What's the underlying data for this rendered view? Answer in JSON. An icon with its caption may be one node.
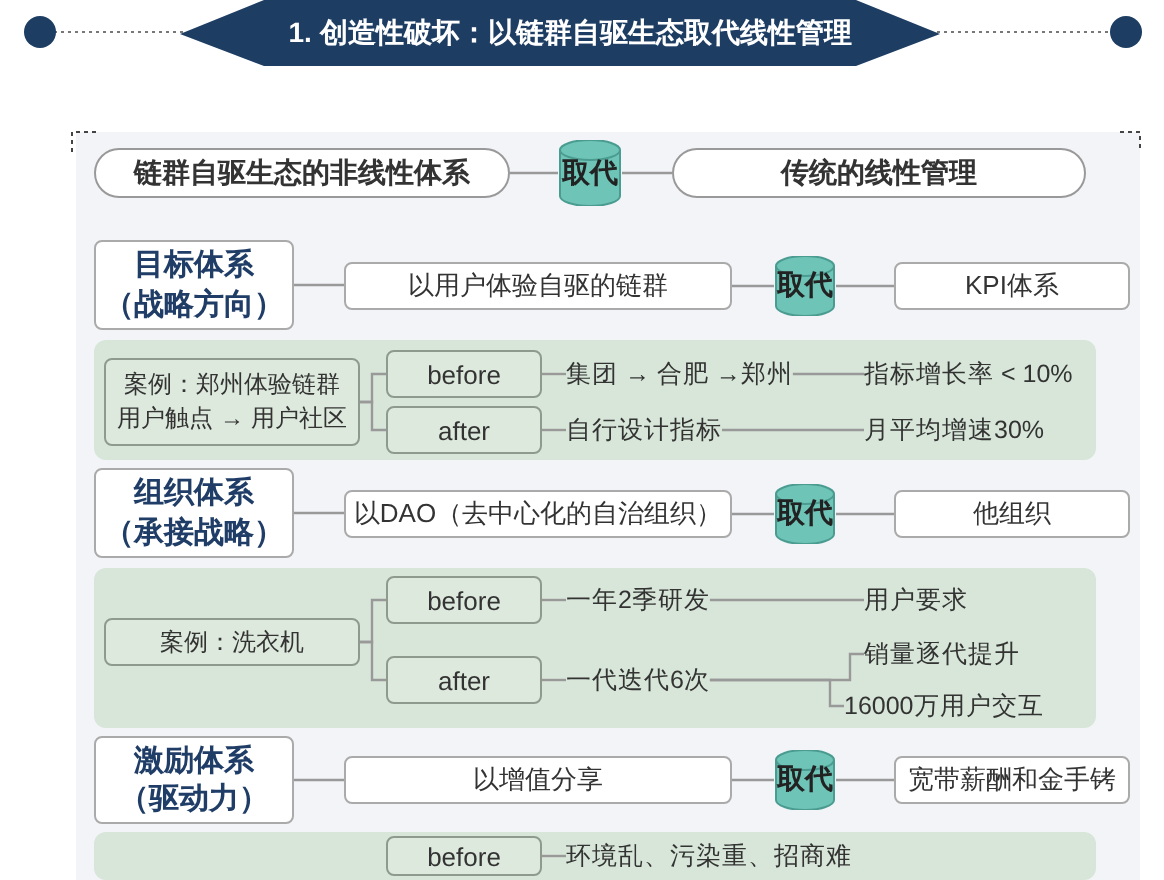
{
  "diagram": {
    "title": "1. 创造性破坏：以链群自驱生态取代线性管理",
    "nodes": [
      {
        "text": [
          "链群自驱生态的非线性体系"
        ]
      },
      {
        "text": [
          "取代"
        ]
      },
      {
        "text": [
          "传统的线性管理"
        ]
      },
      {
        "text": [
          "目标体系（战略方向）"
        ]
      },
      {
        "text": [
          "以用户体验自驱的链群"
        ]
      },
      {
        "text": [
          "取代"
        ]
      },
      {
        "text": [
          "KPI体系"
        ]
      },
      {
        "text": [],
        "shape": "box"
      },
      {
        "text": [
          "案例：郑州体验链群用户触点 → 用户社区"
        ],
        "in": 7
      },
      {
        "text": [
          "before"
        ],
        "in": 7
      },
      {
        "text": [
          "after"
        ],
        "in": 7
      },
      {
        "text": [
          "集团 → 合肥 →郑州"
        ],
        "in": 7
      },
      {
        "text": [
          "指标增长率 < 10%"
        ],
        "in": 7
      },
      {
        "text": [
          "自行设计指标"
        ],
        "in": 7
      },
      {
        "text": [
          "月平均增速30%"
        ],
        "in": 7
      },
      {
        "text": [
          "组织体系（承接战略）"
        ]
      },
      {
        "text": [
          "以DAO（去中心化的自治组织）"
        ]
      },
      {
        "text": [
          "取代"
        ]
      },
      {
        "text": [
          "他组织"
        ]
      },
      {
        "text": [],
        "shape": "box"
      },
      {
        "text": [
          "案例：洗衣机"
        ],
        "in": 19
      },
      {
        "text": [
          "before"
        ],
        "in": 19
      },
      {
        "text": [
          "after"
        ],
        "in": 19
      },
      {
        "text": [
          "一年2季研发"
        ],
        "in": 19
      },
      {
        "text": [
          "用户要求"
        ],
        "in": 19
      },
      {
        "text": [
          "一代迭代6次"
        ],
        "in": 19
      },
      {
        "text": [
          "销量逐代提升"
        ],
        "in": 19
      },
      {
        "text": [
          "16000万用户交互"
        ],
        "in": 19
      },
      {
        "text": [
          "激励体系（驱动力）"
        ]
      },
      {
        "text": [
          "以增值分享"
        ]
      },
      {
        "text": [
          "取代"
        ]
      },
      {
        "text": [
          "宽带薪酬和金手铐"
        ]
      },
      {
        "text": [],
        "shape": "box"
      },
      {
        "text": [
          "before"
        ],
        "in": 32
      },
      {
        "text": [
          "环境乱、污染重、招商难"
        ],
        "in": 32
      }
    ],
    "edges": [
      {
        "from": 0,
        "to": 1,
        "arrow": "none"
      },
      {
        "from": 1,
        "to": 2,
        "arrow": "none"
      },
      {
        "from": 3,
        "to": 4,
        "arrow": "none"
      },
      {
        "from": 4,
        "to": 5,
        "arrow": "none"
      },
      {
        "from": 5,
        "to": 6,
        "arrow": "none"
      },
      {
        "from": 8,
        "to": 9,
        "arrow": "none"
      },
      {
        "from": 8,
        "to": 10,
        "arrow": "none"
      },
      {
        "from": 9,
        "to": 11,
        "arrow": "none"
      },
      {
        "from": 11,
        "to": 12,
        "arrow": "none"
      },
      {
        "from": 10,
        "to": 13,
        "arrow": "none"
      },
      {
        "from": 13,
        "to": 14,
        "arrow": "none"
      },
      {
        "from": 15,
        "to": 16,
        "arrow": "none"
      },
      {
        "from": 16,
        "to": 17,
        "arrow": "none"
      },
      {
        "from": 17,
        "to": 18,
        "arrow": "none"
      },
      {
        "from": 20,
        "to": 21,
        "arrow": "none"
      },
      {
        "from": 20,
        "to": 22,
        "arrow": "none"
      },
      {
        "from": 21,
        "to": 23,
        "arrow": "none"
      },
      {
        "from": 23,
        "to": 24,
        "arrow": "none"
      },
      {
        "from": 22,
        "to": 25,
        "arrow": "none"
      },
      {
        "from": 25,
        "to": 26,
        "arrow": "none"
      },
      {
        "from": 25,
        "to": 27,
        "arrow": "none"
      },
      {
        "from": 28,
        "to": 29,
        "arrow": "none"
      },
      {
        "from": 29,
        "to": 30,
        "arrow": "none"
      },
      {
        "from": 30,
        "to": 31,
        "arrow": "none"
      },
      {
        "from": 33,
        "to": 34,
        "arrow": "none"
      }
    ]
  }
}
